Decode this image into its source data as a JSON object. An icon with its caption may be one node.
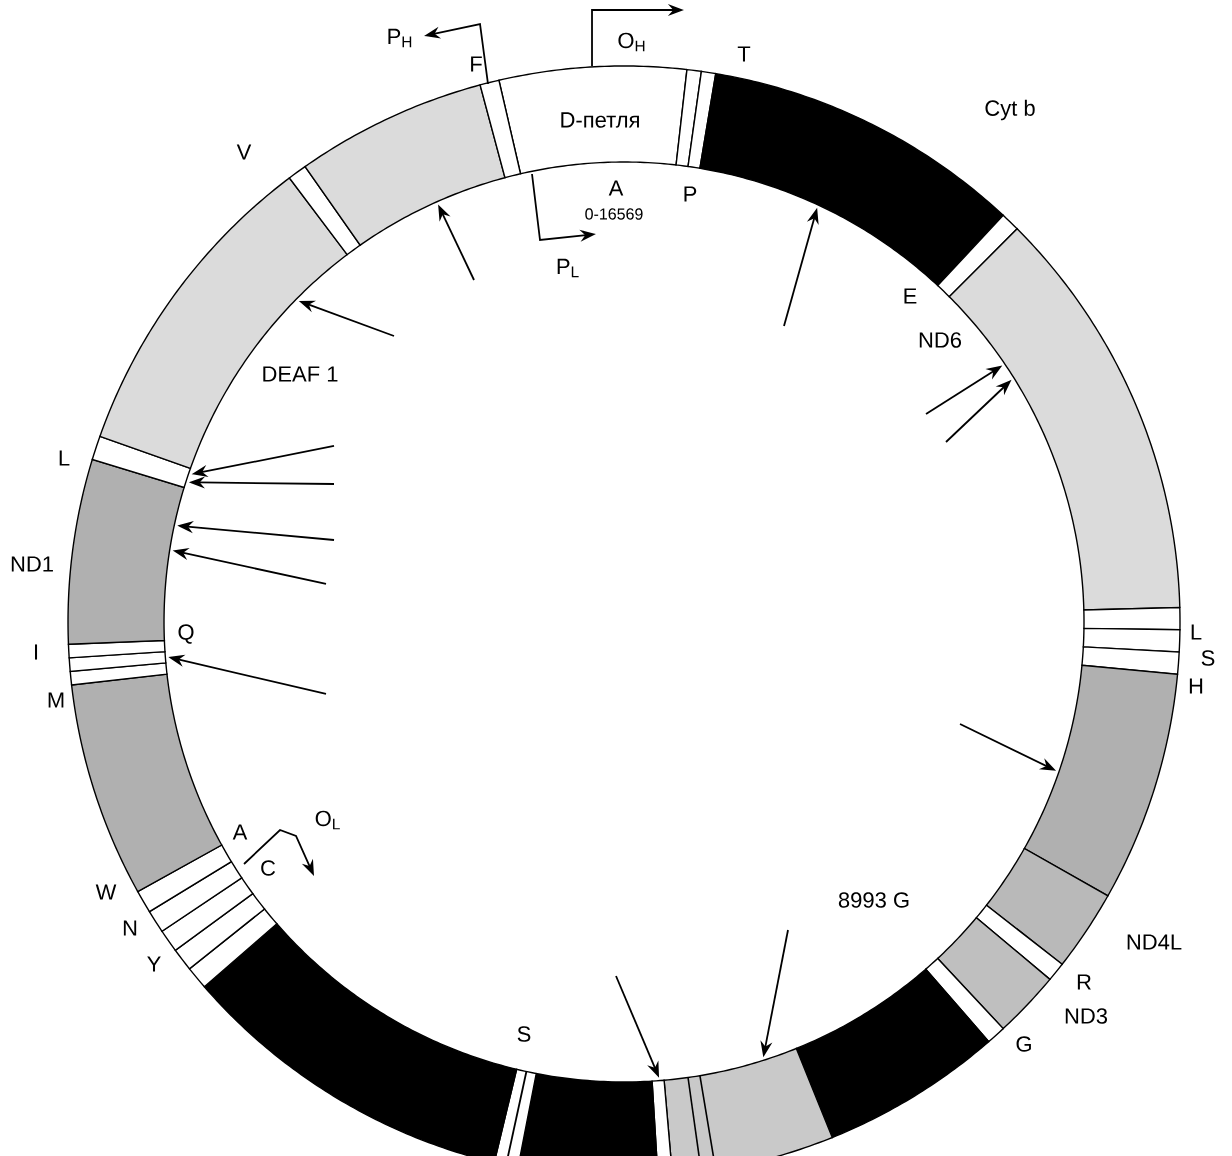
{
  "diagram": {
    "nodes": [
      {
        "text": [
          "D-петля"
        ]
      },
      {
        "text": [
          "P"
        ]
      },
      {
        "text": [
          "T"
        ]
      },
      {
        "text": [
          "Cyt b"
        ]
      },
      {
        "text": [
          "E"
        ]
      },
      {
        "text": [
          "ND6"
        ]
      },
      {
        "text": [
          "L"
        ]
      },
      {
        "text": [
          "S"
        ]
      },
      {
        "text": [
          "H"
        ]
      },
      {
        "text": [],
        "shape": "bar"
      },
      {
        "text": [
          "ND4L"
        ]
      },
      {
        "text": [
          "R"
        ]
      },
      {
        "text": [
          "ND3"
        ]
      },
      {
        "text": [
          "G"
        ]
      },
      {
        "text": [],
        "shape": "bar"
      },
      {
        "text": [],
        "shape": "bar"
      },
      {
        "text": [],
        "shape": "bar"
      },
      {
        "text": [],
        "shape": "bar"
      },
      {
        "text": [
          "S"
        ]
      },
      {
        "text": [],
        "shape": "bar"
      },
      {
        "text": [
          "Y"
        ]
      },
      {
        "text": [
          "N"
        ]
      },
      {
        "text": [
          "C"
        ]
      },
      {
        "text": [
          "A"
        ]
      },
      {
        "text": [
          "W"
        ]
      },
      {
        "text": [],
        "shape": "bar"
      },
      {
        "text": [
          "M"
        ]
      },
      {
        "text": [
          "Q"
        ]
      },
      {
        "text": [
          "I"
        ]
      },
      {
        "text": [
          "ND1"
        ]
      },
      {
        "text": [
          "L"
        ]
      },
      {
        "text": [],
        "shape": "bar"
      },
      {
        "text": [
          "V"
        ]
      },
      {
        "text": [],
        "shape": "bar"
      },
      {
        "text": [
          "F"
        ]
      }
    ],
    "edges": [
      {
        "from": null,
        "to": 31,
        "arrow": "to"
      },
      {
        "from": null,
        "to": 33,
        "arrow": "to"
      },
      {
        "from": null,
        "to": 3,
        "arrow": "to"
      },
      {
        "from": null,
        "to": 5,
        "arrow": "to"
      },
      {
        "from": null,
        "to": 5,
        "arrow": "to"
      },
      {
        "from": null,
        "to": 30,
        "arrow": "to"
      },
      {
        "from": null,
        "to": 30,
        "arrow": "to"
      },
      {
        "from": null,
        "to": 29,
        "arrow": "to"
      },
      {
        "from": null,
        "to": 29,
        "arrow": "to"
      },
      {
        "from": null,
        "to": 27,
        "arrow": "to"
      },
      {
        "from": null,
        "to": 9,
        "arrow": "to"
      },
      {
        "from": null,
        "to": 16,
        "arrow": "to"
      },
      {
        "from": null,
        "to": 15,
        "arrow": "to"
      }
    ],
    "labels": [
      "P$_{H}$",
      "O$_{H}$",
      "A",
      "0-16569",
      "P$_{L}$",
      "DEAF 1",
      "O$_{L}$",
      "8993 G"
    ]
  }
}
